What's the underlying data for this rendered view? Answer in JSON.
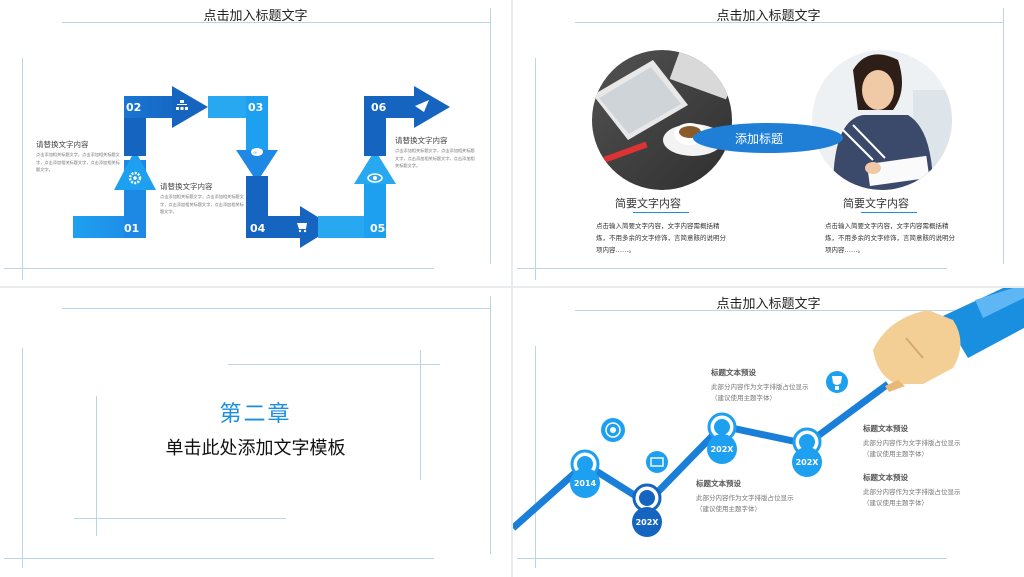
{
  "slide1": {
    "title": "点击加入标题文字",
    "steps": [
      "01",
      "02",
      "03",
      "04",
      "05",
      "06"
    ],
    "blocks": [
      {
        "heading": "请替换文字内容",
        "body": "点击添加相关标题文字，点击添加相关标题文字，点击添加相关标题文字，点击添加相关标题文字。"
      },
      {
        "heading": "请替换文字内容",
        "body": "点击添加相关标题文字，点击添加相关标题文字，点击添加相关标题文字，点击添加相关标题文字。"
      },
      {
        "heading": "请替换文字内容",
        "body": "点击添加相关标题文字，点击添加相关标题文字，点击添加相关标题文字，点击添加相关标题文字。"
      }
    ],
    "icons": [
      "gear-icon",
      "org-chart-icon",
      "cloud-icon",
      "cart-icon",
      "eye-icon",
      "paper-plane-icon"
    ]
  },
  "slide2": {
    "title": "点击加入标题文字",
    "center_label": "添加标题",
    "left": {
      "heading": "简要文字内容",
      "body": "点击输入简要文字内容，文字内容需概括精炼，不用多余的文字修饰，言简意赅的说明分项内容……。"
    },
    "right": {
      "heading": "简要文字内容",
      "body": "点击输入简要文字内容，文字内容需概括精炼，不用多余的文字修饰，言简意赅的说明分项内容……。"
    }
  },
  "slide3": {
    "chapter": "第二章",
    "subtitle": "单击此处添加文字模板"
  },
  "slide4": {
    "title": "点击加入标题文字",
    "nodes": [
      "2014",
      "202X",
      "202X",
      "202X"
    ],
    "labels": [
      {
        "heading": "标题文本预设",
        "body": "此部分内容作为文字排版占位显示",
        "note": "（建议使用主题字体）"
      },
      {
        "heading": "标题文本预设",
        "body": "此部分内容作为文字排版占位显示",
        "note": "（建议使用主题字体）"
      },
      {
        "heading": "标题文本预设",
        "body": "此部分内容作为文字排版占位显示",
        "note": "（建议使用主题字体）"
      },
      {
        "heading": "标题文本预设",
        "body": "此部分内容作为文字排版占位显示",
        "note": "（建议使用主题字体）"
      }
    ],
    "icons": [
      "target-icon",
      "money-icon",
      "trophy-icon"
    ]
  },
  "colors": {
    "primary": "#1a8fe0",
    "dark": "#1565c0",
    "line": "#b9d5e6",
    "label_bg": "#1f7fd6"
  }
}
